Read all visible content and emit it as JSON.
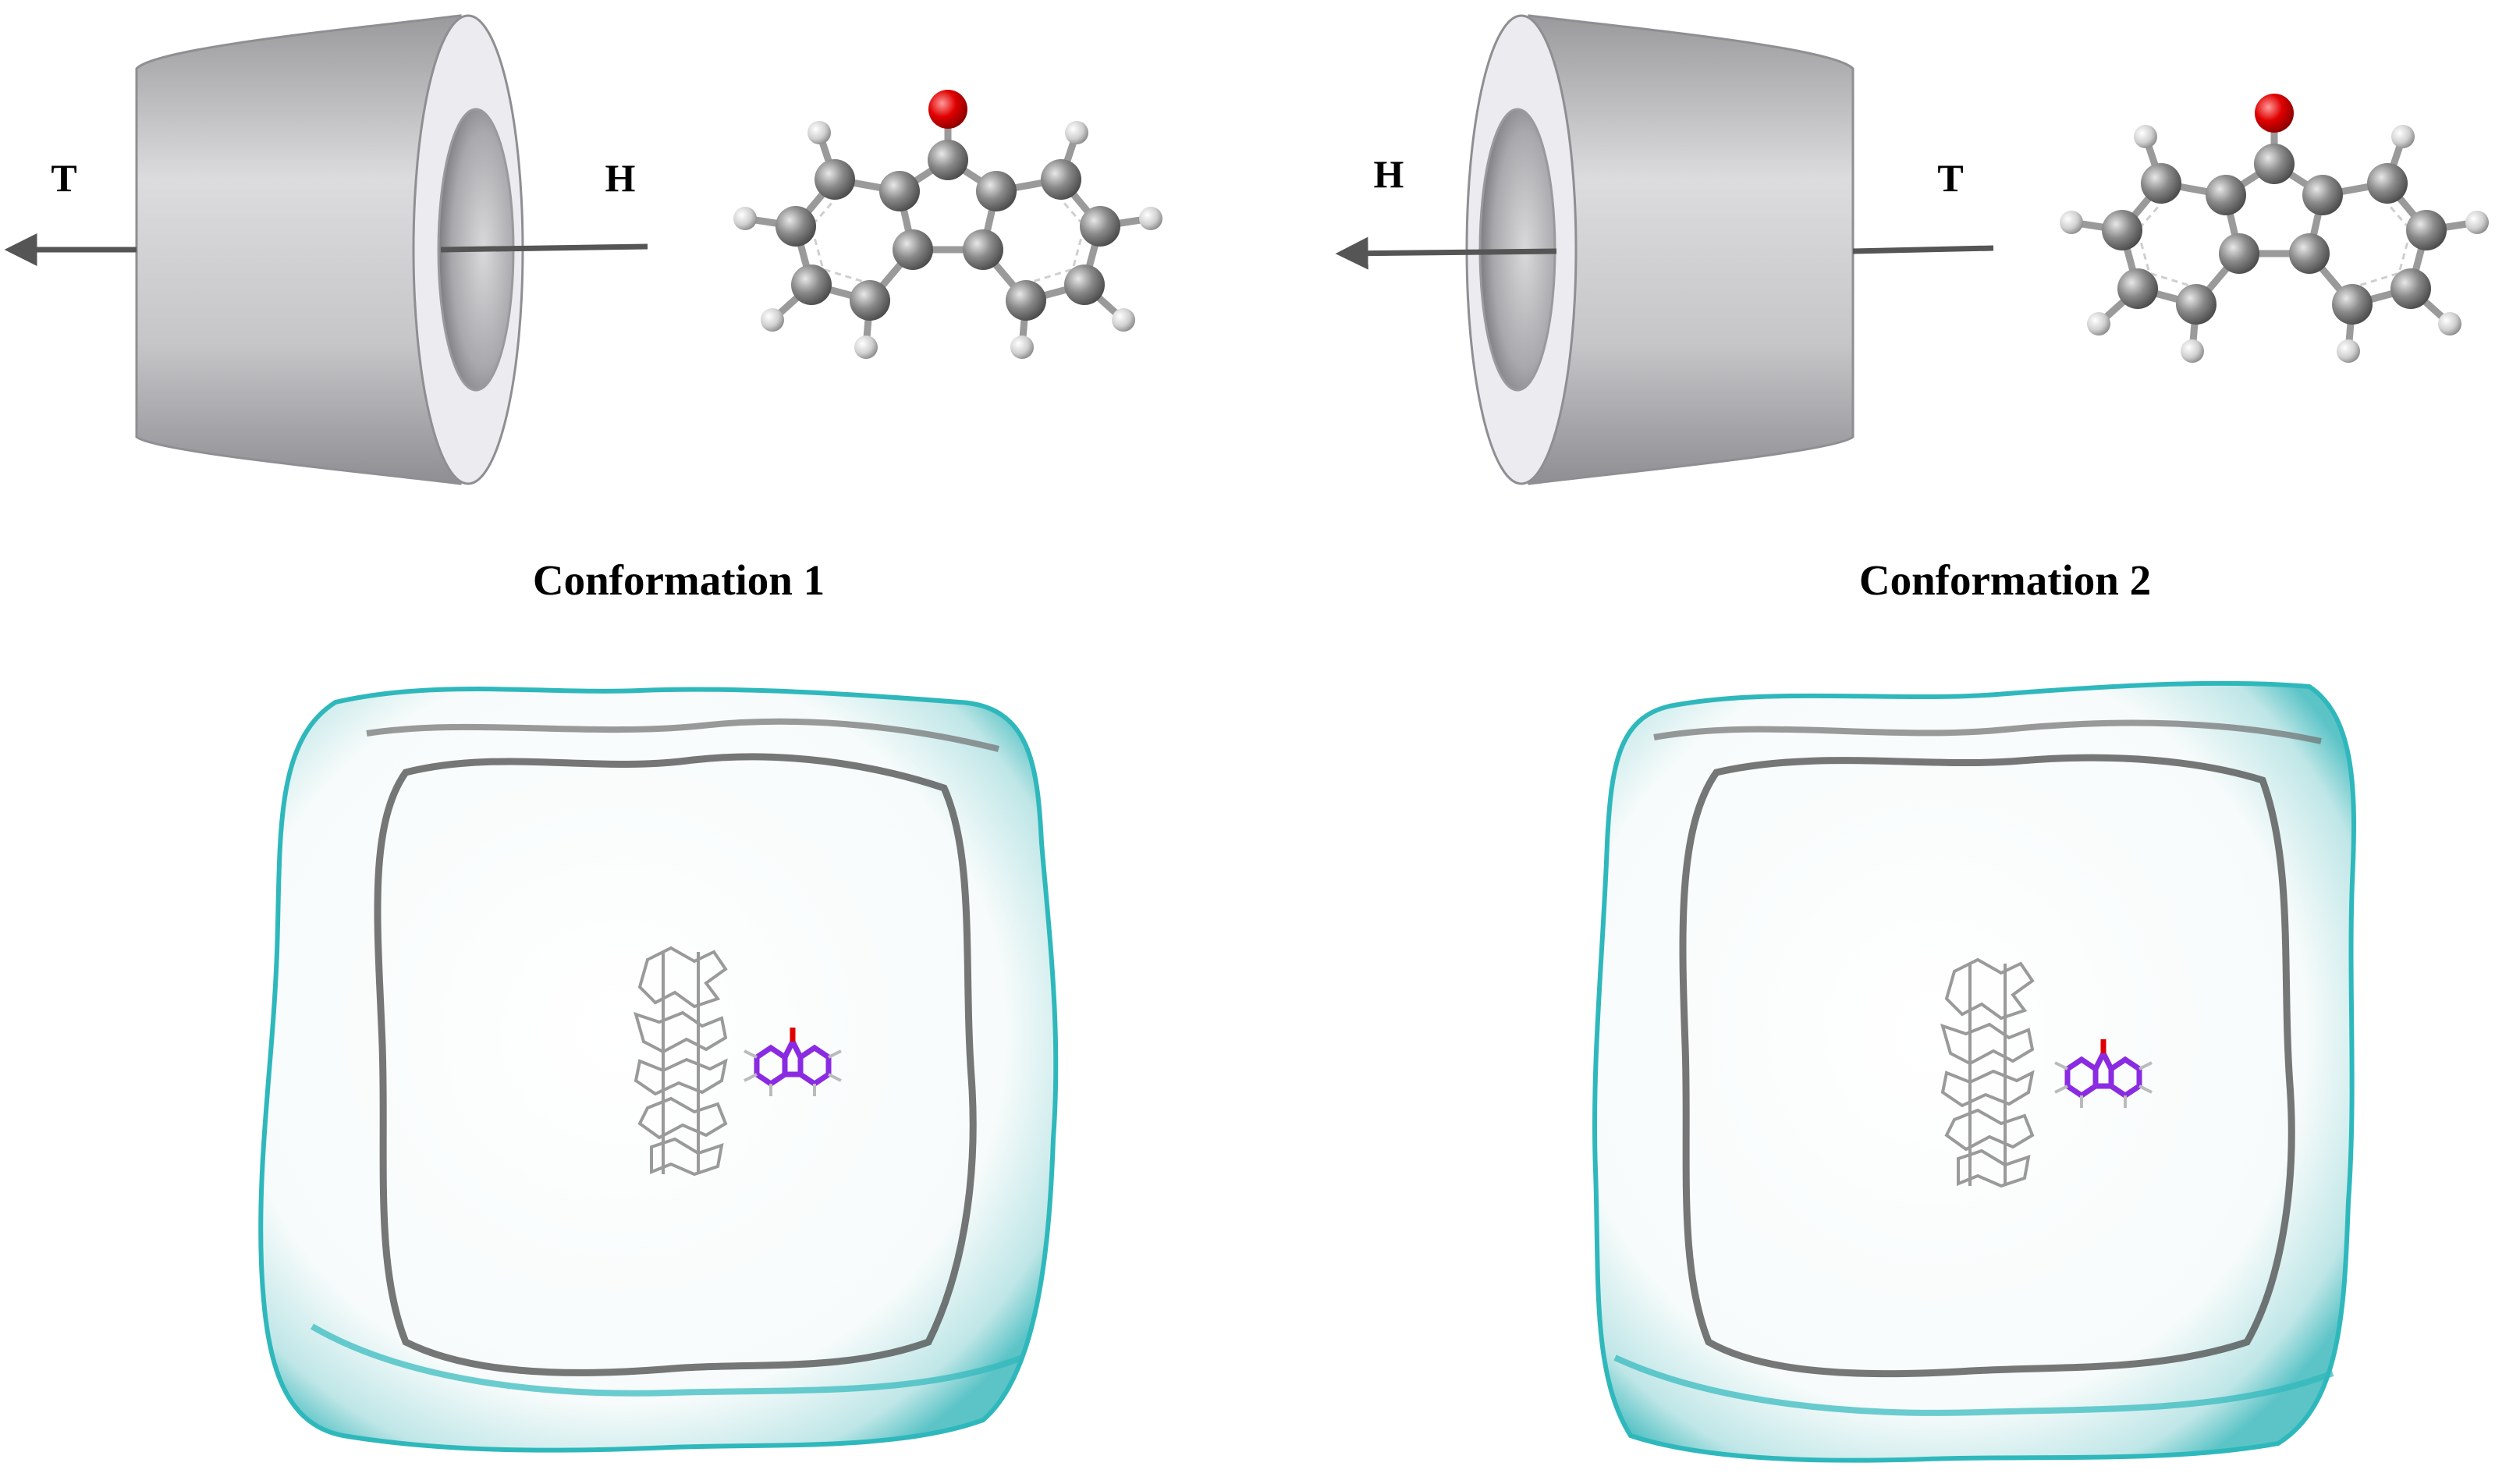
{
  "panels": [
    {
      "title": "Conformation 1",
      "left_label": "T",
      "right_label": "H"
    },
    {
      "title": "Conformation 2",
      "left_label": "H",
      "right_label": "T"
    }
  ],
  "colors": {
    "cone_body": "#cfcfd2",
    "cone_face": "#ecebef",
    "arrow": "#555555",
    "carbon": "#8a8a8a",
    "hydrogen": "#e6e6e6",
    "oxygen": "#e00000",
    "guest_ligand": "#8a2be2",
    "surface_edge": "#2fb8bc",
    "surface_fill": "#ffffff"
  },
  "icons": [
    "cyclodextrin-cone",
    "fluorenone-molecule",
    "arrow"
  ]
}
